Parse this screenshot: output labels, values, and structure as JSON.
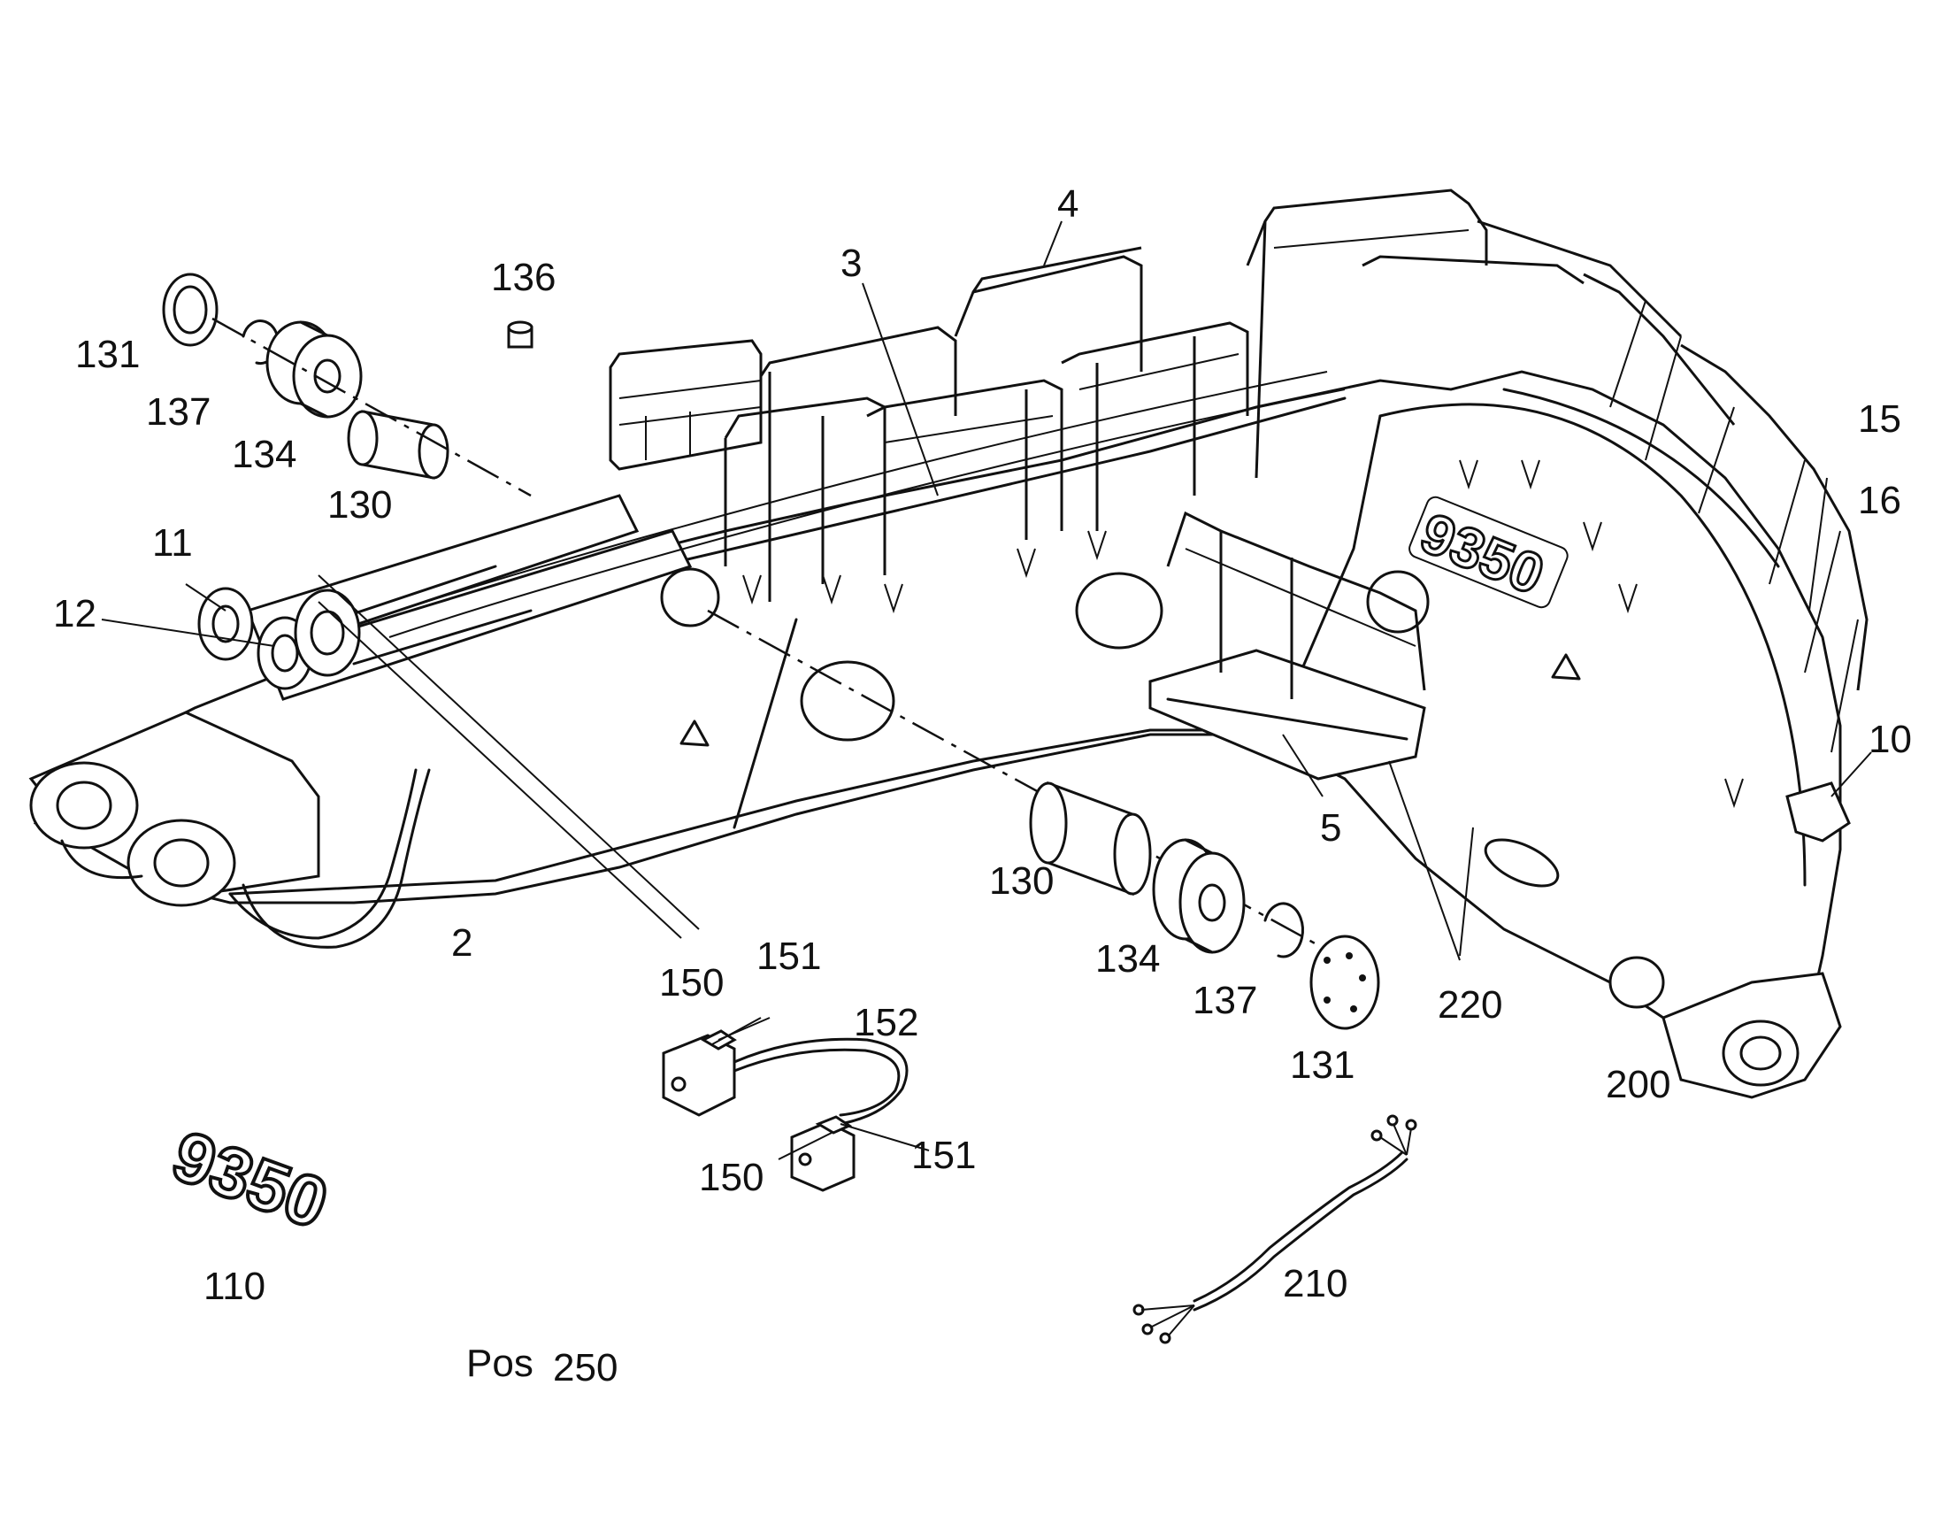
{
  "callouts": [
    {
      "id": "c4",
      "text": "4"
    },
    {
      "id": "c3",
      "text": "3"
    },
    {
      "id": "c136",
      "text": "136"
    },
    {
      "id": "c131a",
      "text": "131"
    },
    {
      "id": "c137a",
      "text": "137"
    },
    {
      "id": "c134a",
      "text": "134"
    },
    {
      "id": "c130a",
      "text": "130"
    },
    {
      "id": "c11",
      "text": "11"
    },
    {
      "id": "c12",
      "text": "12"
    },
    {
      "id": "c15",
      "text": "15"
    },
    {
      "id": "c16",
      "text": "16"
    },
    {
      "id": "c10",
      "text": "10"
    },
    {
      "id": "c5",
      "text": "5"
    },
    {
      "id": "c2",
      "text": "2"
    },
    {
      "id": "c130b",
      "text": "130"
    },
    {
      "id": "c134b",
      "text": "134"
    },
    {
      "id": "c137b",
      "text": "137"
    },
    {
      "id": "c131b",
      "text": "131"
    },
    {
      "id": "c220",
      "text": "220"
    },
    {
      "id": "c200",
      "text": "200"
    },
    {
      "id": "c150a",
      "text": "150"
    },
    {
      "id": "c151a",
      "text": "151"
    },
    {
      "id": "c152",
      "text": "152"
    },
    {
      "id": "c150b",
      "text": "150"
    },
    {
      "id": "c151b",
      "text": "151"
    },
    {
      "id": "c110",
      "text": "110"
    },
    {
      "id": "c210",
      "text": "210"
    },
    {
      "id": "cpos",
      "text": "Pos"
    },
    {
      "id": "cpos250",
      "text": "250"
    }
  ],
  "decals": {
    "boom_logo": "9350",
    "loose_logo": "9350"
  },
  "colors": {
    "line": "#111111",
    "background": "#ffffff"
  }
}
